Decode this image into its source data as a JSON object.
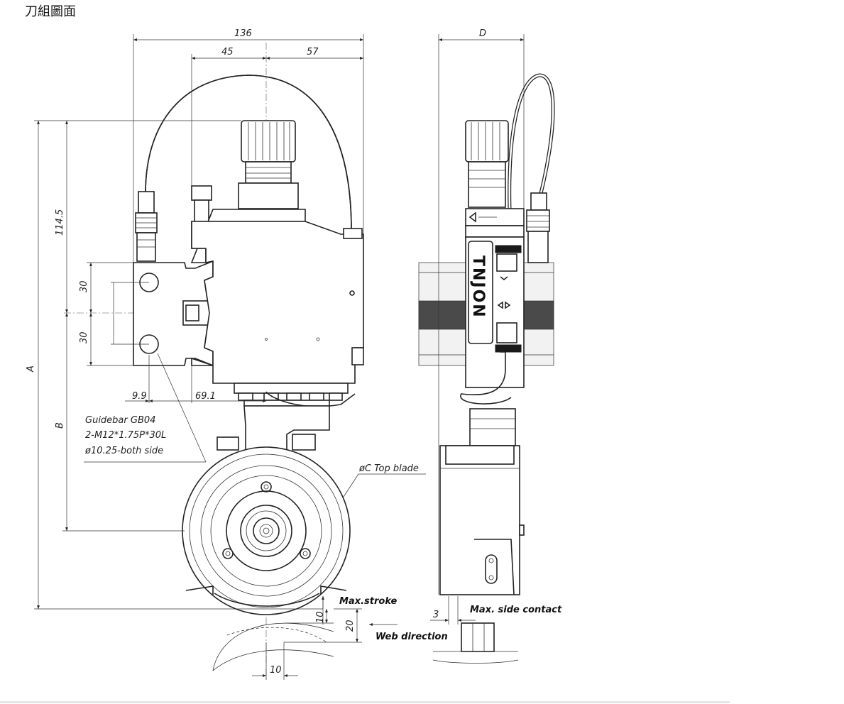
{
  "page": {
    "title": "刀組圖面"
  },
  "dimensions": {
    "overall_width": "136",
    "left_offset": "45",
    "right_offset": "57",
    "side_depth": "D",
    "height_upper": "114.5",
    "height_total": "A",
    "height_lower": "B",
    "hole_pitch_upper": "30",
    "hole_pitch_lower": "30",
    "edge_offset": "9.9",
    "center_offset": "69.1",
    "stroke_depth": "10",
    "stroke_total": "20",
    "side_gap": "3",
    "blade_overlap": "10"
  },
  "annotations": {
    "guidebar_line1": "Guidebar GB04",
    "guidebar_line2": "2-M12*1.75P*30L",
    "guidebar_line3": "ø10.25-both side",
    "top_blade": "øC Top blade",
    "max_stroke": "Max.stroke",
    "web_direction": "Web direction",
    "max_side_contact": "Max. side contact",
    "brand_logo": "TNJON"
  }
}
